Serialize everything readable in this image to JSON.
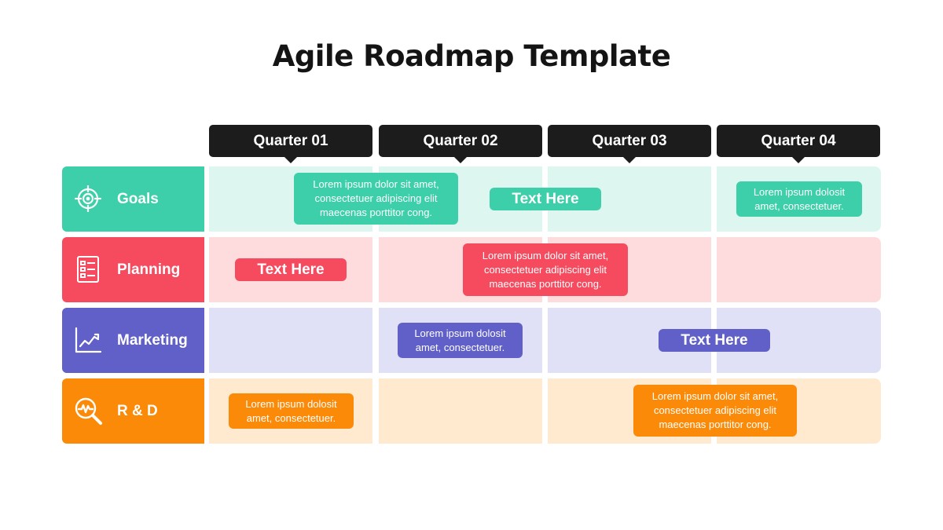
{
  "title": "Agile Roadmap Template",
  "quarters": [
    "Quarter 01",
    "Quarter 02",
    "Quarter 03",
    "Quarter 04"
  ],
  "rows": [
    {
      "label": "Goals",
      "icon": "target-icon",
      "color": "#3ccfa9",
      "light": "#ddf6ef"
    },
    {
      "label": "Planning",
      "icon": "checklist-icon",
      "color": "#f64a5e",
      "light": "#fedcdd"
    },
    {
      "label": "Marketing",
      "icon": "line-chart-icon",
      "color": "#6060c8",
      "light": "#e0e0f6"
    },
    {
      "label": "R & D",
      "icon": "research-magnifier-icon",
      "color": "#fc8a09",
      "light": "#ffe9cf"
    }
  ],
  "cards": {
    "goals_long": "Lorem ipsum dolor sit amet, consectetuer adipiscing elit maecenas porttitor cong.",
    "goals_text_here": "Text Here",
    "goals_short": "Lorem ipsum dolosit amet, consectetuer.",
    "planning_text_here": "Text Here",
    "planning_long": "Lorem ipsum dolor sit amet, consectetuer adipiscing elit maecenas porttitor cong.",
    "marketing_short": "Lorem ipsum dolosit amet, consectetuer.",
    "marketing_text_here": "Text Here",
    "rd_short": "Lorem ipsum dolosit amet, consectetuer.",
    "rd_long": "Lorem ipsum dolor sit amet, consectetuer adipiscing elit maecenas porttitor cong."
  }
}
